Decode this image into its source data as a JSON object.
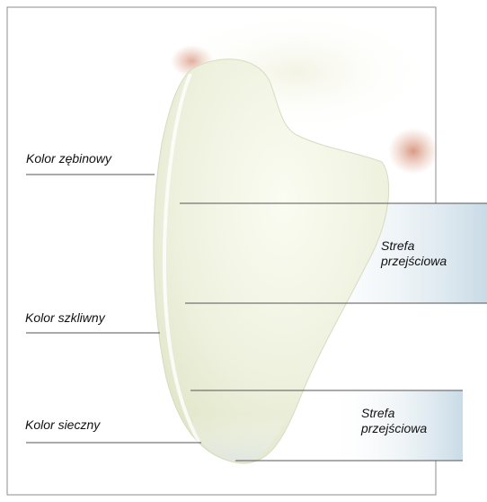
{
  "labels": {
    "dentin": "Kolor zębinowy",
    "enamel": "Kolor szkliwny",
    "incisal": "Kolor sieczny",
    "transition_upper": [
      "Strefa",
      "przejściowa"
    ],
    "transition_lower": [
      "Strefa",
      "przejściowa"
    ]
  },
  "colors": {
    "frame": "#8c8c8c",
    "leader_line": "#555555",
    "band_accent": "#c9dbe6",
    "tooth_body": "#eef1de",
    "gum": "#e2b3a0"
  }
}
